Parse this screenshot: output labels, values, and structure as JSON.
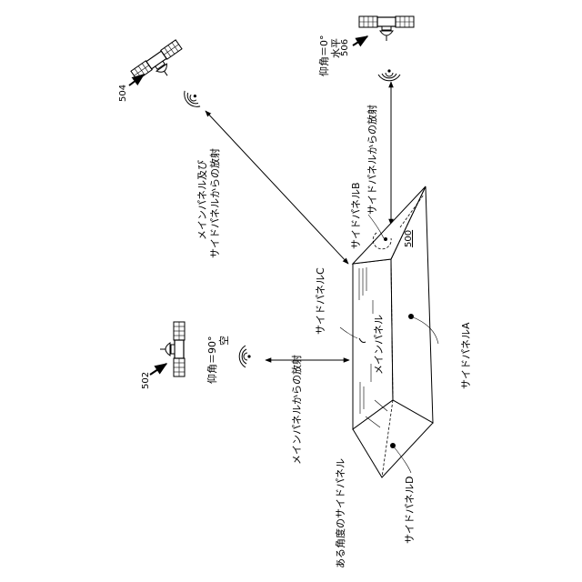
{
  "figure": {
    "labels": {
      "sat_502": "502",
      "sat_504": "504",
      "sat_506": "506",
      "ref_500": "500",
      "elev_90_top": "仰角＝90°",
      "elev_90_bottom": "空",
      "elev_0_top": "仰角＝0°",
      "elev_0_bottom": "水平",
      "emission_main": "メインパネルからの放射",
      "emission_main_side_1": "メインパネル及び",
      "emission_main_side_2": "サイドパネルからの放射",
      "emission_side": "サイドパネルからの放射",
      "side_panel_a": "サイドパネルA",
      "side_panel_b": "サイドパネルB",
      "side_panel_c": "サイドパネルC",
      "side_panel_d": "サイドパネルD",
      "main_panel": "メインパネル",
      "angled_side_panel": "ある角度のサイドパネル"
    },
    "icons": [
      "satellite-icon",
      "wifi-signal-icon",
      "arrow-icon"
    ]
  }
}
